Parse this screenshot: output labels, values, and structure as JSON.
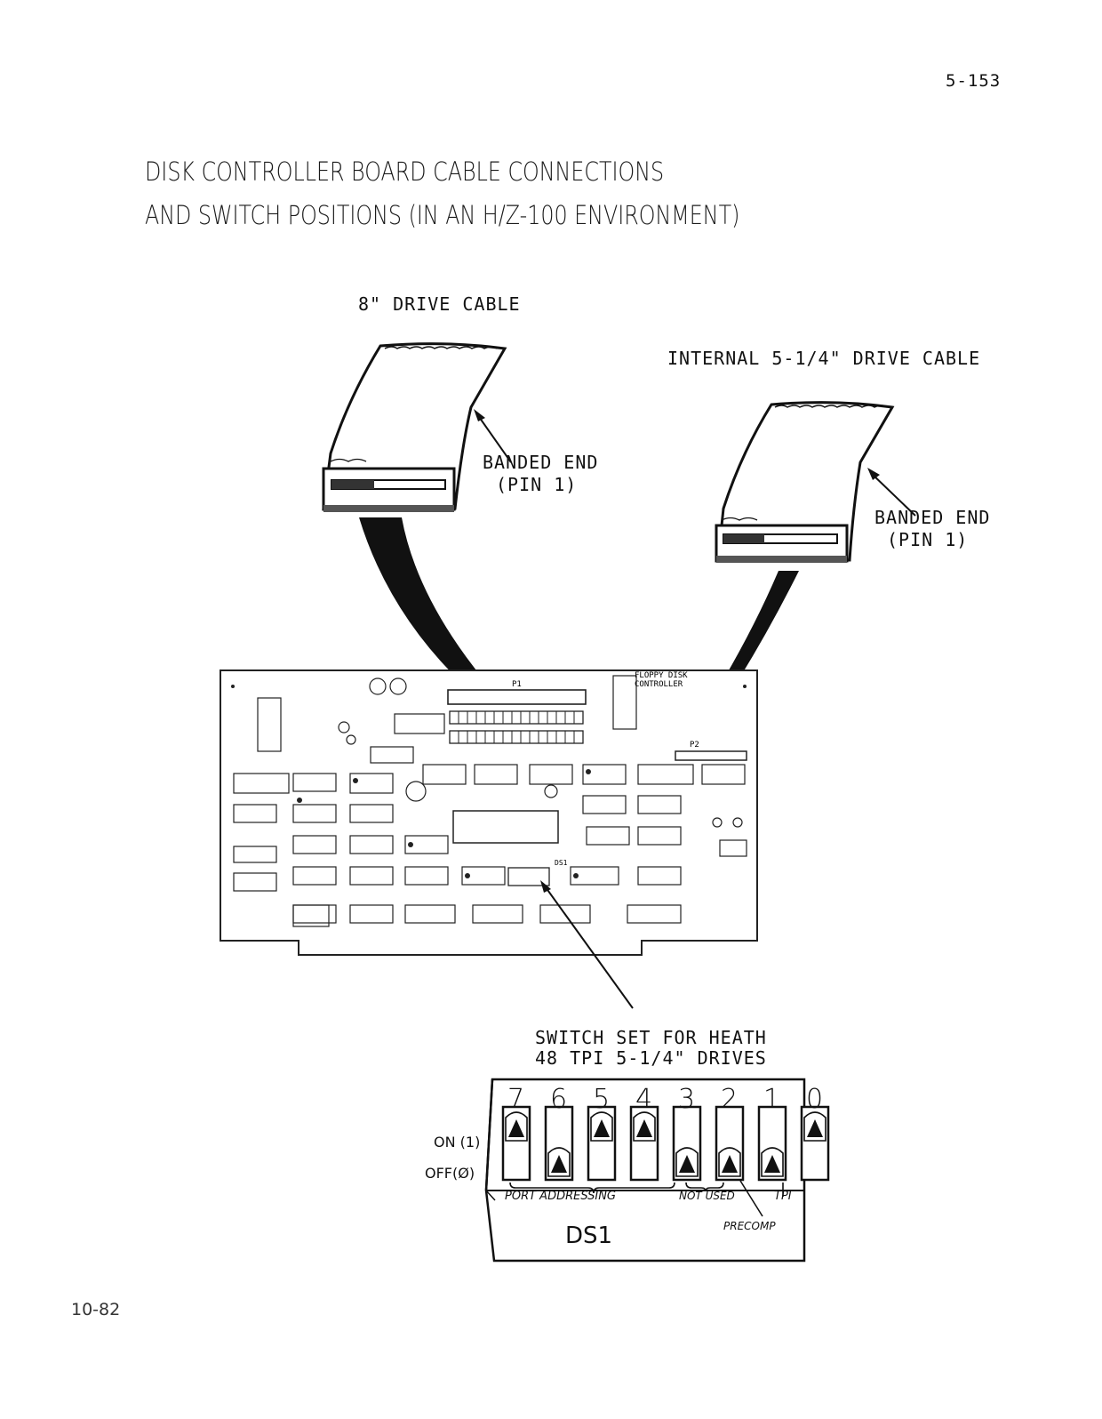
{
  "page_number": "5-153",
  "title": {
    "line1": "DISK CONTROLLER BOARD CABLE CONNECTIONS",
    "line2": "AND SWITCH POSITIONS (IN AN H/Z-100 ENVIRONMENT)"
  },
  "cable_8in": {
    "label": "8\" DRIVE CABLE",
    "banded_end": "BANDED END",
    "pin": "(PIN 1)"
  },
  "cable_internal": {
    "label": "INTERNAL 5-1/4\" DRIVE CABLE",
    "banded_end": "BANDED END",
    "pin": "(PIN 1)"
  },
  "board": {
    "title_line1": "FLOPPY DISK",
    "title_line2": "CONTROLLER",
    "p1": "P1",
    "p2": "P2",
    "ds1": "DS1"
  },
  "switch_caption": {
    "line1": "SWITCH SET FOR HEATH",
    "line2": "48 TPI 5-1/4\" DRIVES"
  },
  "dip_switch": {
    "label": "DS1",
    "on_label": "ON (1)",
    "off_label": "OFF(Ø)",
    "numbers": [
      "7",
      "6",
      "5",
      "4",
      "3",
      "2",
      "1",
      "0"
    ],
    "positions": [
      "on",
      "off",
      "on",
      "on",
      "off",
      "off",
      "off",
      "on"
    ],
    "port_addressing": "PORT ADDRESSING",
    "not_used": "NOT USED",
    "tpi": "TPI",
    "precomp": "PRECOMP"
  },
  "footer": "10-82"
}
